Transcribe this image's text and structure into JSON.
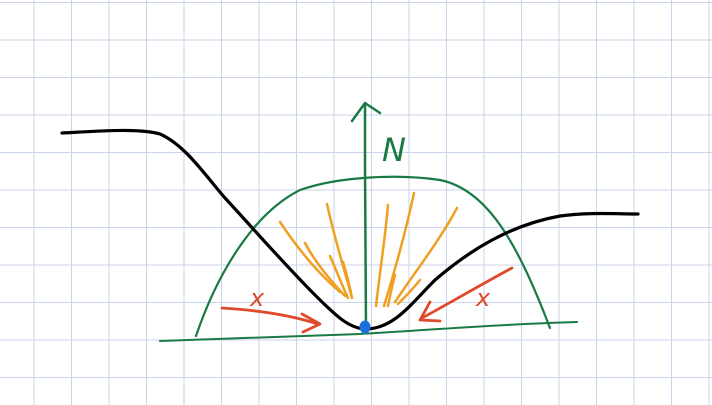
{
  "colors": {
    "grid": "#c9d3ea",
    "curve": "#000000",
    "normal": "#1a7a45",
    "ground": "#1a7a45",
    "cone": "#1a7a45",
    "rays": "#f0a020",
    "friction": "#e04a2c",
    "contact_point": "#1b6fe0"
  },
  "labels": {
    "normal": "N",
    "friction_left": "x",
    "friction_right": "x"
  }
}
